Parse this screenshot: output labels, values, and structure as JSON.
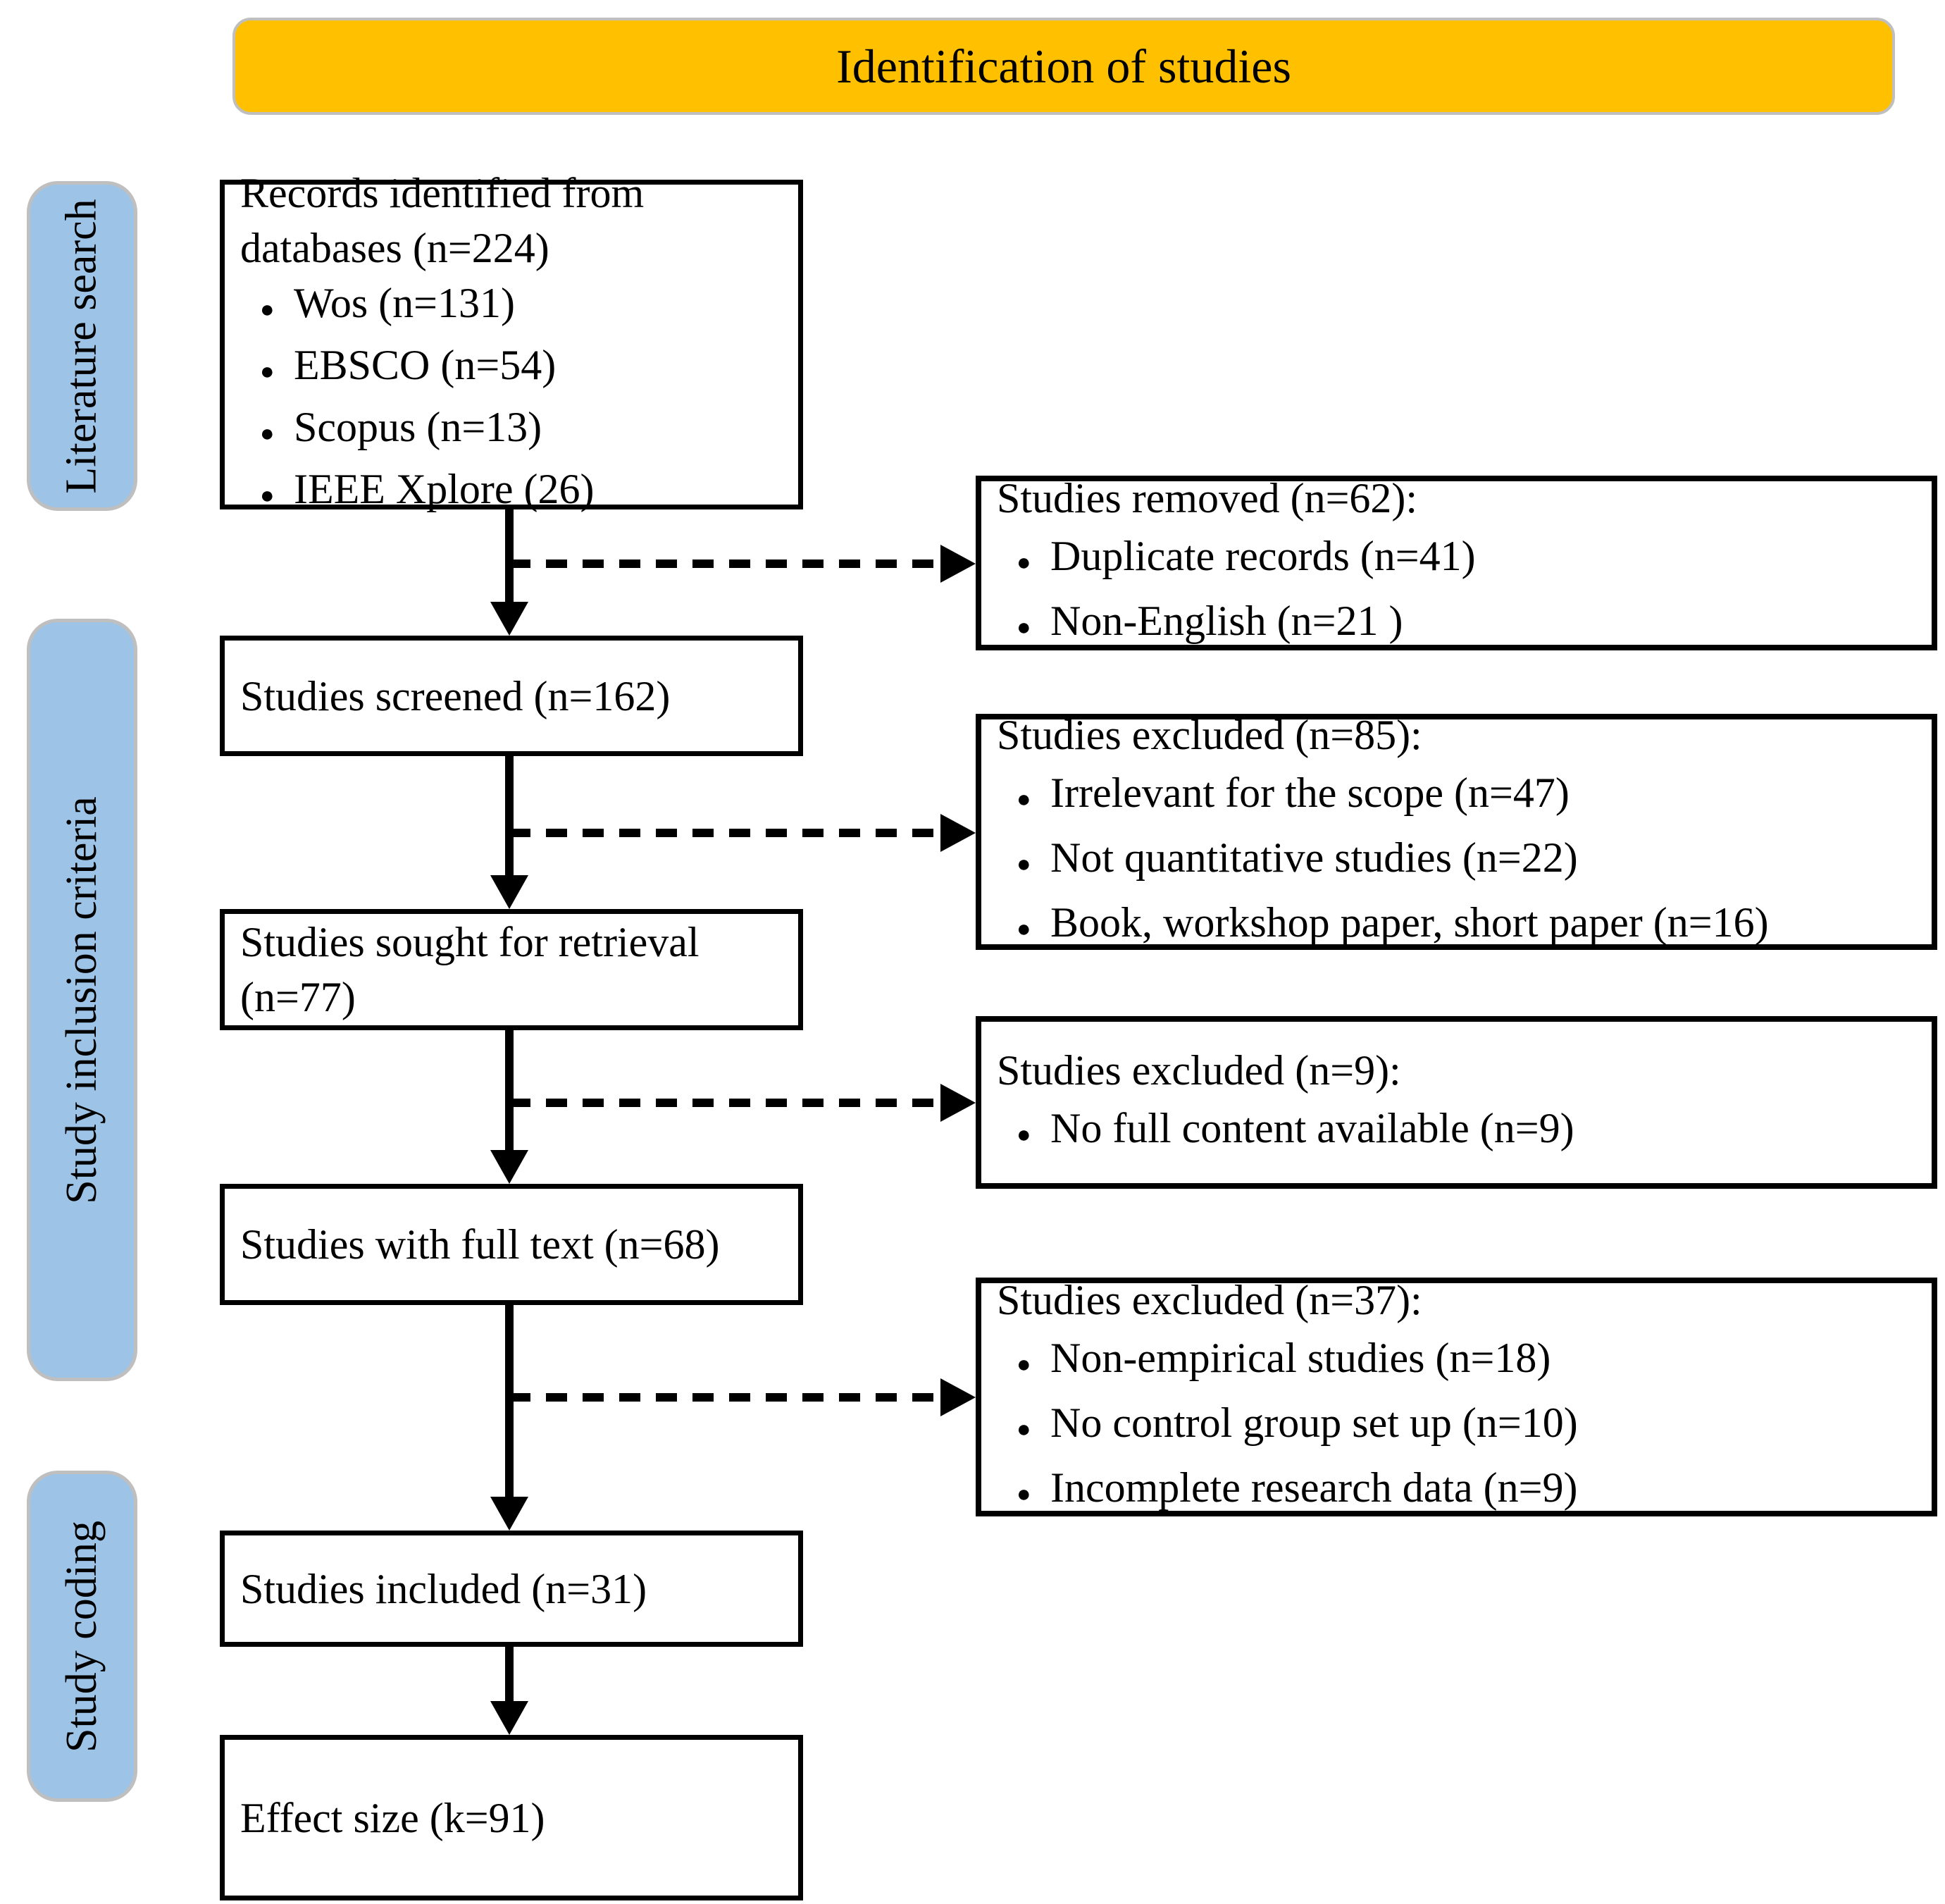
{
  "title": "Identification of studies",
  "glyphs": {
    "bullet": "●"
  },
  "colors": {
    "banner_fill": "#FFC000",
    "stage_fill": "#9DC3E6",
    "border_gray": "#BFBFBF",
    "box_border": "#000000"
  },
  "stages": [
    {
      "label": "Literature search"
    },
    {
      "label": "Study inclusion criteria"
    },
    {
      "label": "Study coding"
    }
  ],
  "flow": {
    "records": {
      "line1": "Records identified from",
      "line2": "databases (n=224)",
      "bullets": [
        "Wos (n=131)",
        "EBSCO (n=54)",
        "Scopus (n=13)",
        "IEEE Xplore (26)"
      ]
    },
    "screened": {
      "text": "Studies screened (n=162)"
    },
    "sought": {
      "text": "Studies sought for retrieval (n=77)"
    },
    "fulltext": {
      "text": "Studies with full text (n=68)"
    },
    "included": {
      "text": "Studies included (n=31)"
    },
    "effect": {
      "text": "Effect size (k=91)"
    }
  },
  "exclusions": {
    "removed": {
      "header": "Studies removed (n=62):",
      "bullets": [
        "Duplicate records (n=41)",
        "Non-English (n=21 )"
      ]
    },
    "excl85": {
      "header": "Studies excluded (n=85):",
      "bullets": [
        "Irrelevant for the scope (n=47)",
        "Not quantitative studies (n=22)",
        "Book, workshop paper, short paper (n=16)"
      ]
    },
    "excl9": {
      "header": "Studies excluded (n=9):",
      "bullets": [
        "No full content available (n=9)"
      ]
    },
    "excl37": {
      "header": "Studies excluded (n=37):",
      "bullets": [
        "Non-empirical studies (n=18)",
        "No control group set up (n=10)",
        "Incomplete research data (n=9)"
      ]
    }
  }
}
